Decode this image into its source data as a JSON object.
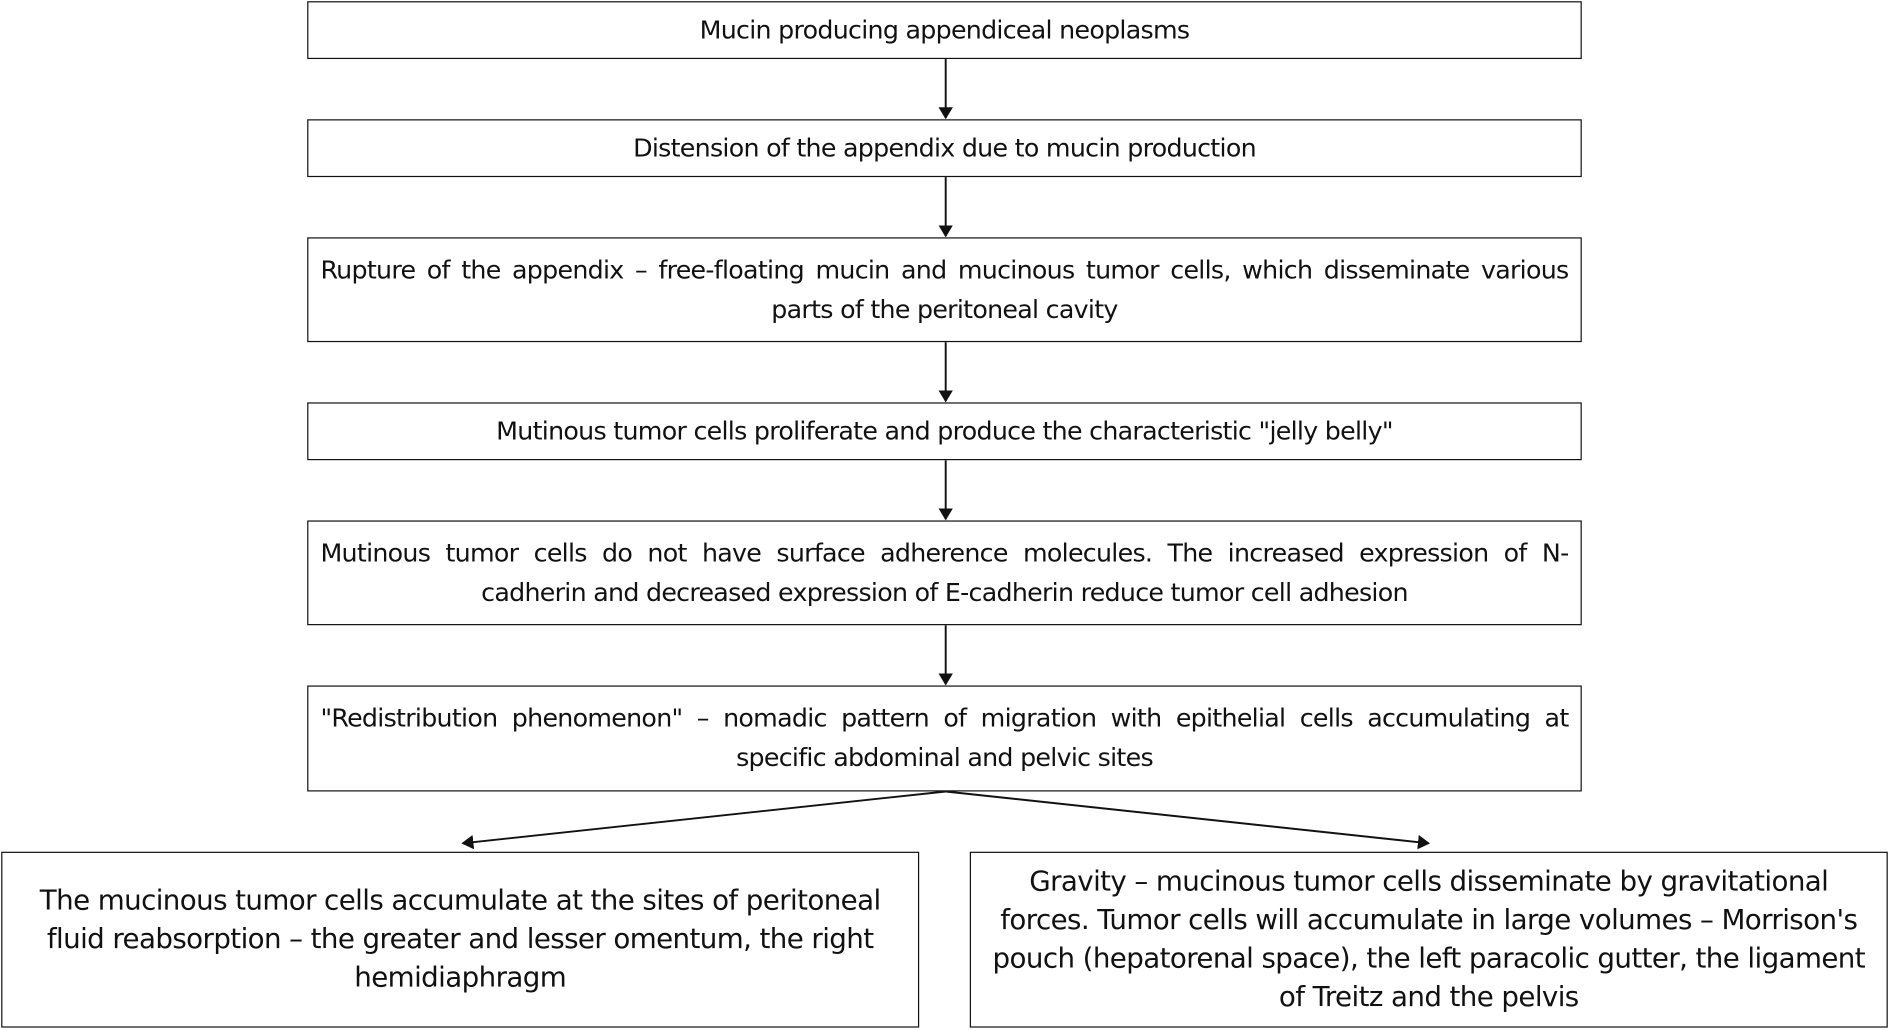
{
  "diagram": {
    "type": "flowchart",
    "steps": [
      {
        "id": "step-1",
        "text": "Mucin producing appendiceal neoplasms"
      },
      {
        "id": "step-2",
        "text": "Distension of the appendix due to mucin production"
      },
      {
        "id": "step-3",
        "text": "Rupture of the appendix – free-floating mucin and mucinous tumor cells, which disseminate various parts of the peritoneal cavity"
      },
      {
        "id": "step-4",
        "text": "Mutinous tumor cells proliferate and produce the characteristic \"jelly belly\""
      },
      {
        "id": "step-5",
        "text": "Mutinous tumor cells do not have surface adherence molecules. The increased expression of N-cadherin and decreased expression of E-cadherin reduce tumor cell adhesion"
      },
      {
        "id": "step-6",
        "text": "\"Redistribution phenomenon\" – nomadic pattern of migration with epithelial cells accumulating at specific abdominal and pelvic sites"
      }
    ],
    "branches": [
      {
        "id": "branch-left",
        "text": "The mucinous tumor cells accumulate at the sites of peritoneal fluid reabsorption – the greater and lesser omentum, the right hemidiaphragm"
      },
      {
        "id": "branch-right",
        "text": "Gravity – mucinous tumor cells disseminate by gravitational forces. Tumor cells will accumulate in large volumes – Morrison's pouch (hepatorenal space), the left paracolic gutter, the ligament of Treitz and the pelvis"
      }
    ],
    "edges": [
      {
        "from": "step-1",
        "to": "step-2"
      },
      {
        "from": "step-2",
        "to": "step-3"
      },
      {
        "from": "step-3",
        "to": "step-4"
      },
      {
        "from": "step-4",
        "to": "step-5"
      },
      {
        "from": "step-5",
        "to": "step-6"
      },
      {
        "from": "step-6",
        "to": "branch-left"
      },
      {
        "from": "step-6",
        "to": "branch-right"
      }
    ],
    "colors": {
      "stroke": "#111111",
      "background": "#ffffff",
      "text": "#111111"
    }
  }
}
